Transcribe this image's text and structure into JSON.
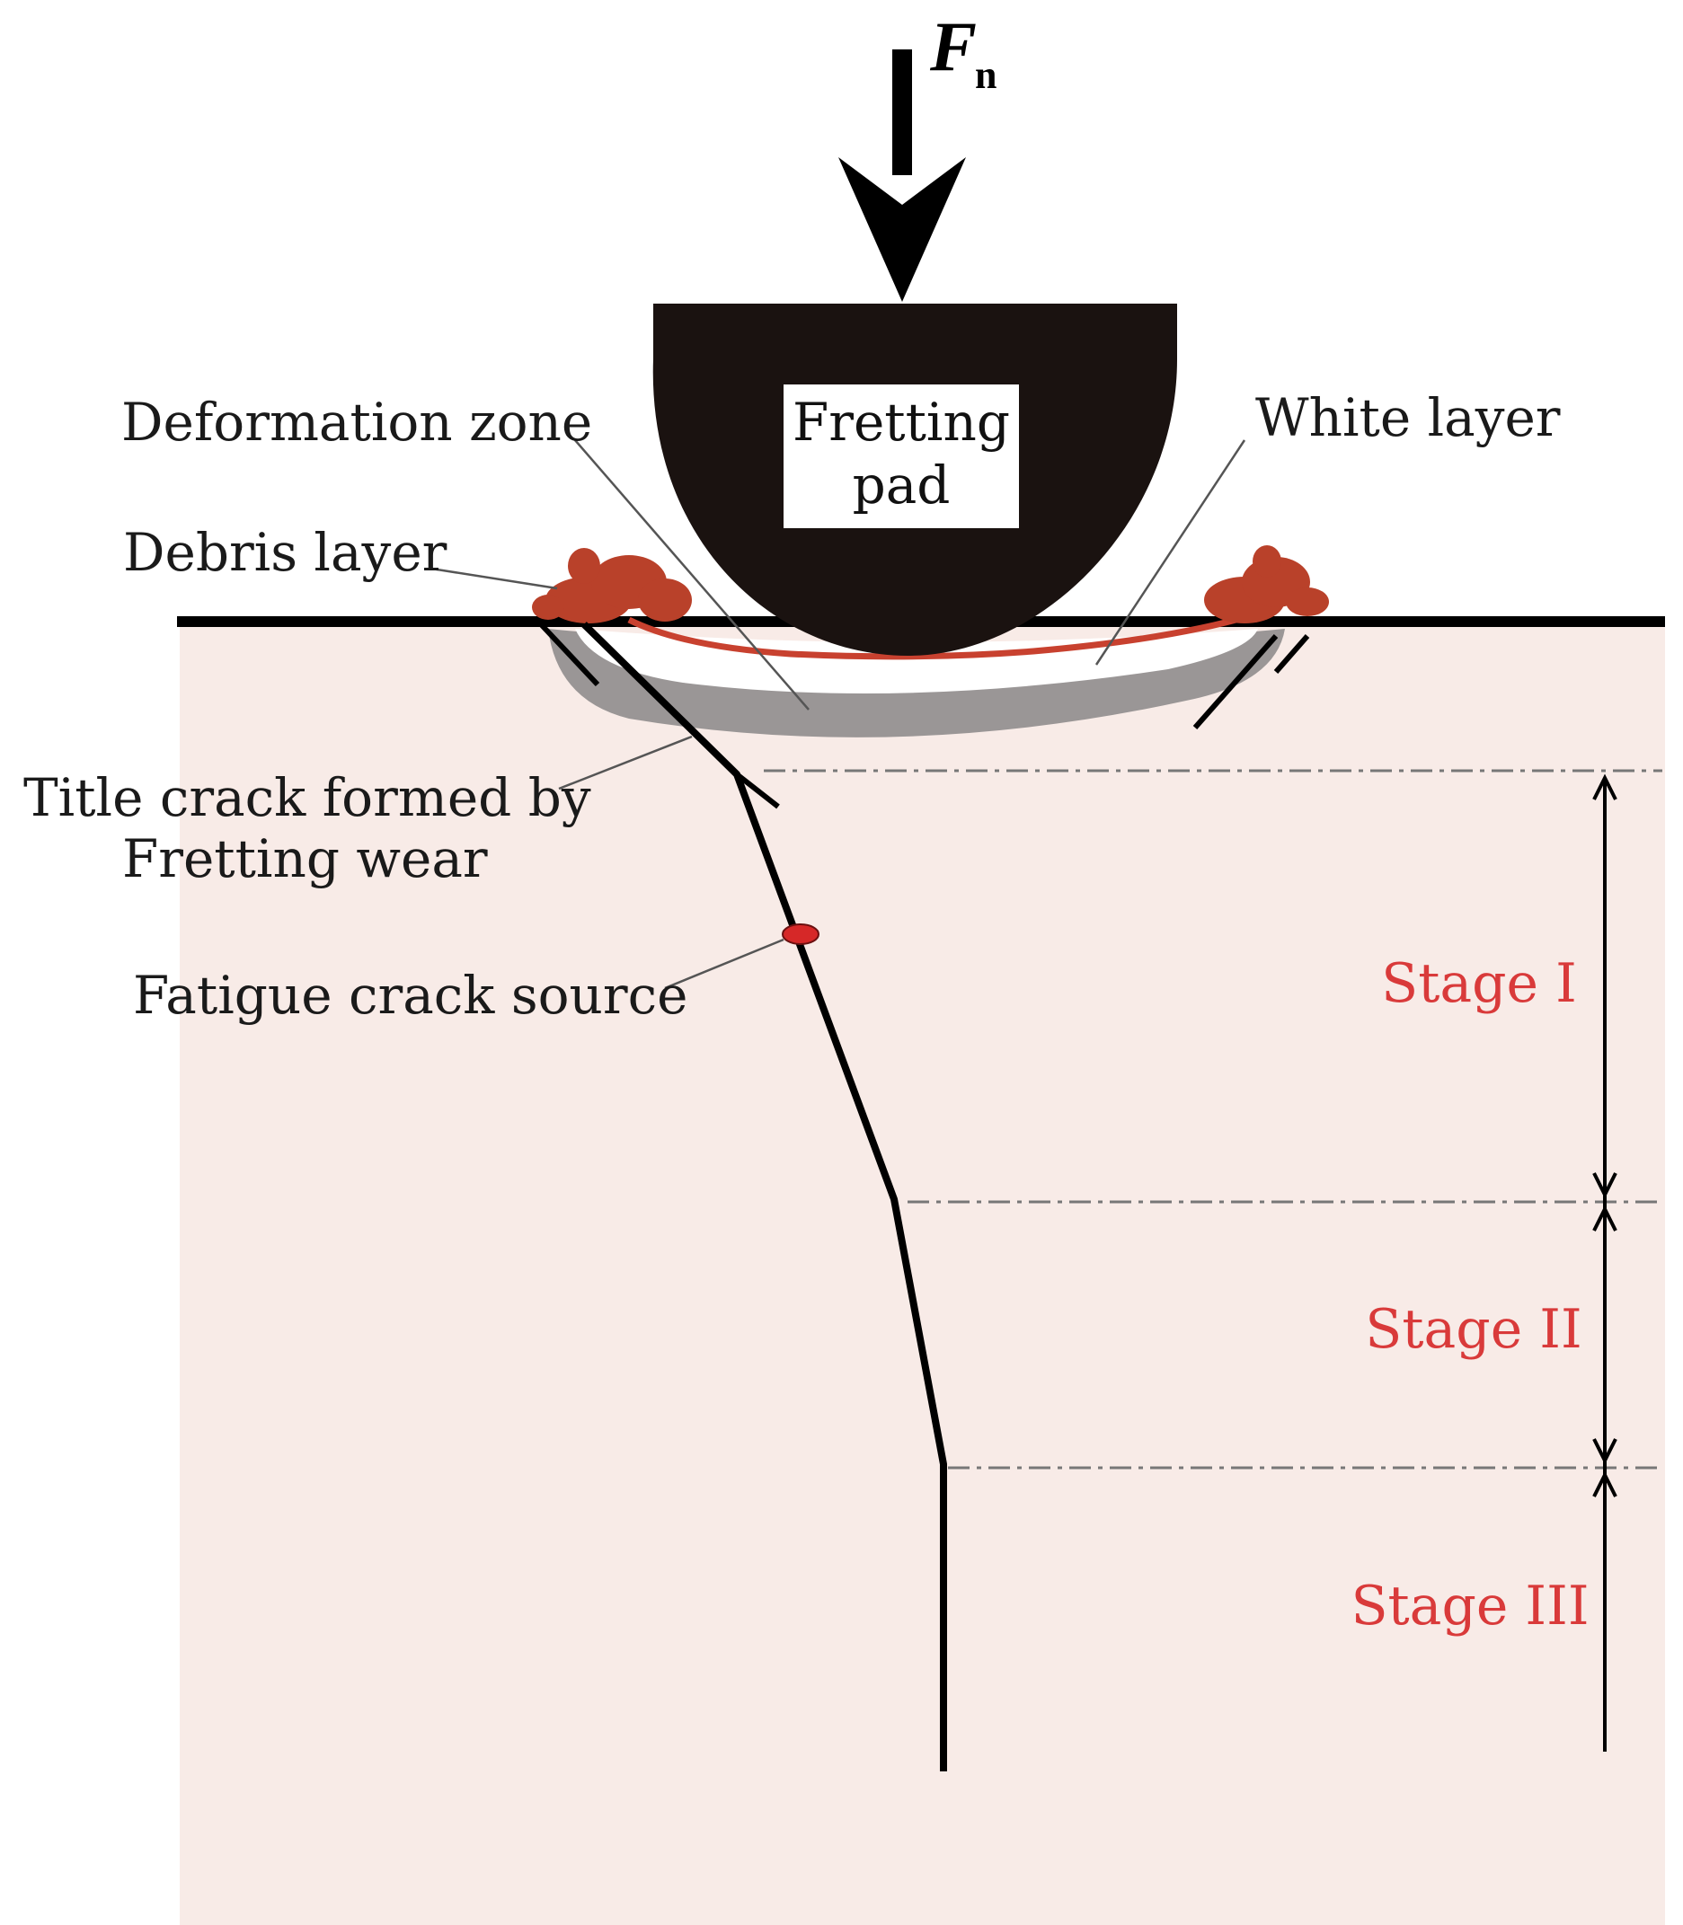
{
  "force": {
    "symbol": "F",
    "subscript": "n"
  },
  "pad": {
    "line1": "Fretting",
    "line2": "pad"
  },
  "labels": {
    "deformation_zone": "Deformation zone",
    "white_layer": "White layer",
    "debris_layer": "Debris layer",
    "title_crack_line1": "Title crack formed by",
    "title_crack_line2": "Fretting wear",
    "fatigue_source": "Fatigue crack source"
  },
  "stages": [
    {
      "label": "Stage I"
    },
    {
      "label": "Stage II"
    },
    {
      "label": "Stage III"
    }
  ],
  "colors": {
    "substrate": "#f8ebe7",
    "pad": "#1a1210",
    "debris": "#b9412a",
    "white_layer_line": "#c8412f",
    "deformation_zone": "#9a9696",
    "stage_text": "#d93a3a",
    "crack_source": "#d62828"
  }
}
